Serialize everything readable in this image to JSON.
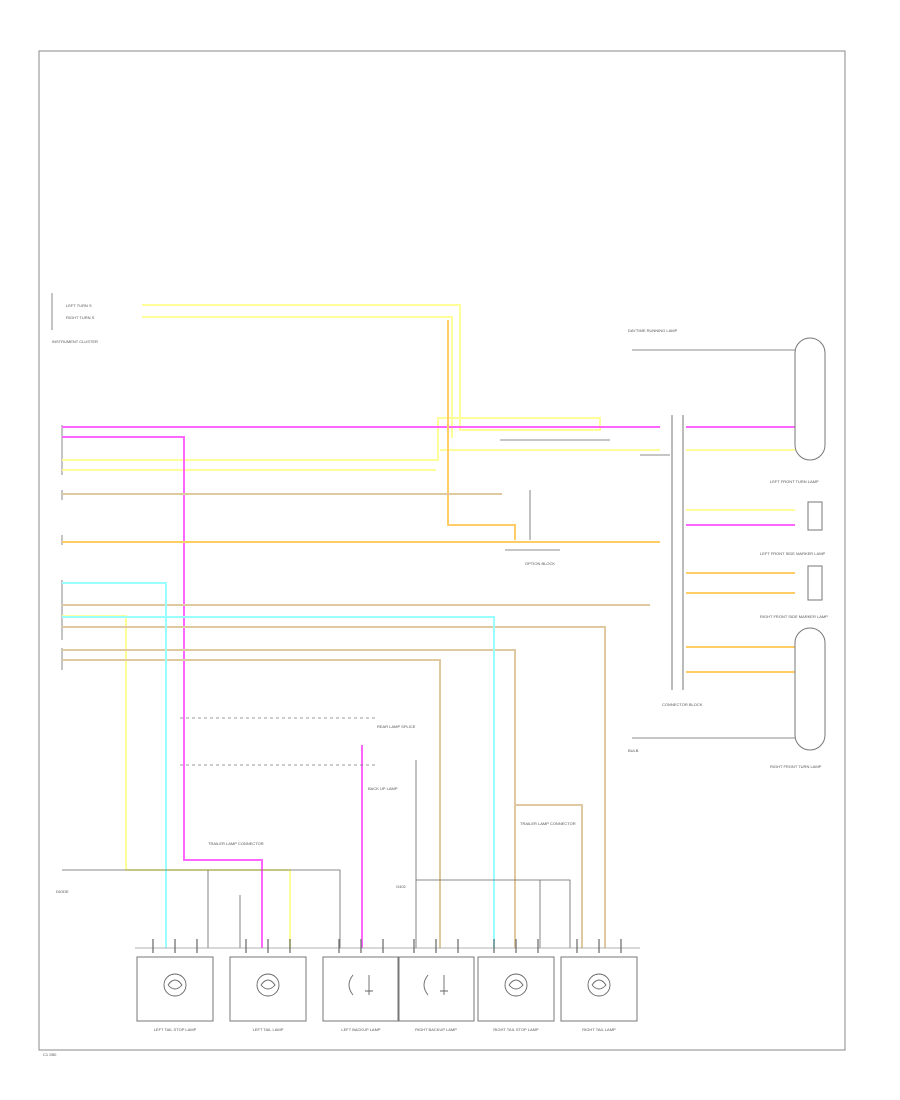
{
  "colors": {
    "yellow": "#ffff99",
    "pink": "#ff66ff",
    "orange": "#ffcc66",
    "tan": "#e0c9a0",
    "cyan": "#99ffff",
    "black": "#555555",
    "frame": "#888888"
  },
  "left_labels": [
    "LEFT TURN S",
    "RIGHT TURN S",
    "INSTRUMENT CLUSTER"
  ],
  "right_labels": [
    "DAYTIME RUNNING LAMP",
    "LEFT FRONT TURN LAMP",
    "LEFT FRONT SIDE MARKER LAMP",
    "RIGHT FRONT SIDE MARKER LAMP",
    "CONNECTOR BLOCK",
    "BULB",
    "RIGHT FRONT TURN LAMP"
  ],
  "middle_labels": [
    "OPTION BLOCK",
    "REAR LAMP SPLICE",
    "BACK UP LAMP",
    "TRAILER LAMP CONNECTOR"
  ],
  "lower_labels": [
    "DIODE",
    "TRAILER LAMP CONNECTOR",
    "G402"
  ],
  "lamps": [
    {
      "label": "LEFT TAIL STOP LAMP",
      "type": "bulb"
    },
    {
      "label": "LEFT TAIL LAMP",
      "type": "bulb"
    },
    {
      "label": "LEFT BACKUP LAMP",
      "type": "socket"
    },
    {
      "label": "RIGHT BACKUP LAMP",
      "type": "socket"
    },
    {
      "label": "RIGHT TAIL STOP LAMP",
      "type": "bulb"
    },
    {
      "label": "RIGHT TAIL LAMP",
      "type": "bulb"
    }
  ],
  "footer_code": "C1 2B0"
}
